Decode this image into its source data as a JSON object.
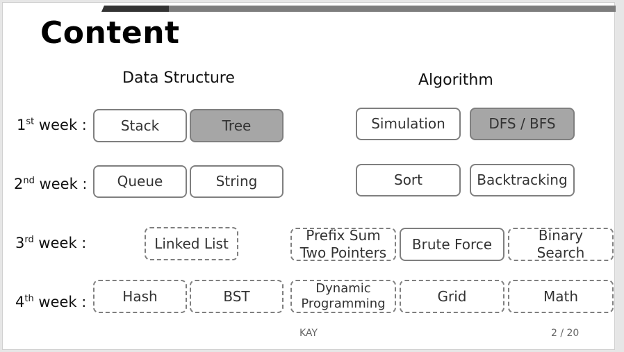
{
  "title": "Content",
  "headings": {
    "data_structure": "Data Structure",
    "algorithm": "Algorithm"
  },
  "weeks": [
    {
      "num": "1",
      "suffix": "st",
      "rest": " week :"
    },
    {
      "num": "2",
      "suffix": "nd",
      "rest": " week :"
    },
    {
      "num": "3",
      "suffix": "rd",
      "rest": " week :"
    },
    {
      "num": "4",
      "suffix": "th",
      "rest": " week :"
    }
  ],
  "topics": {
    "stack": "Stack",
    "tree": "Tree",
    "simulation": "Simulation",
    "dfs_bfs": "DFS / BFS",
    "queue": "Queue",
    "string": "String",
    "sort": "Sort",
    "backtracking": "Backtracking",
    "linked_list": "Linked List",
    "prefix_sum_line1": "Prefix Sum",
    "prefix_sum_line2": "Two Pointers",
    "brute_force": "Brute Force",
    "binary_search_line1": "Binary",
    "binary_search_line2": "Search",
    "hash": "Hash",
    "bst": "BST",
    "dp_line1": "Dynamic",
    "dp_line2": "Programming",
    "grid": "Grid",
    "math": "Math"
  },
  "footer": {
    "author": "KAY",
    "page": "2 / 20"
  },
  "colors": {
    "filled": "#a6a6a6",
    "border": "#7f7f7f",
    "bar_dark": "#333333",
    "bar_gray": "#7d7d7d"
  }
}
